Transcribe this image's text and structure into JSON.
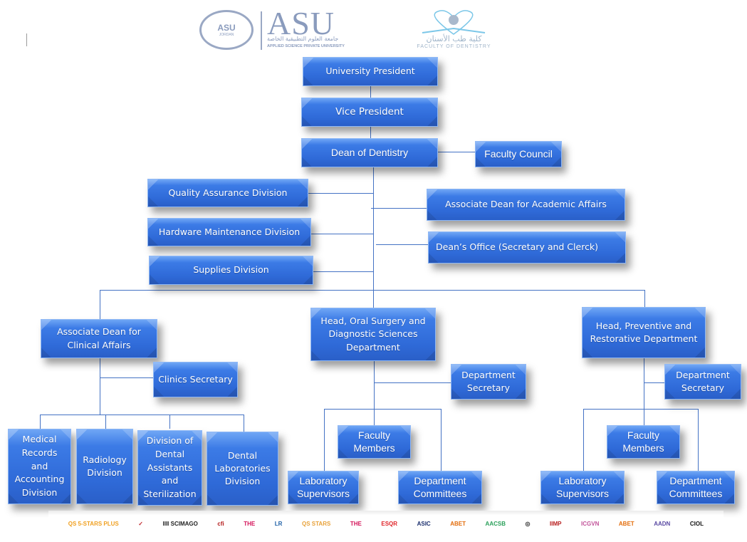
{
  "header": {
    "asu_seal_text": "ASU",
    "asu_seal_sub": "JORDAN",
    "asu_wordmark": "ASU",
    "asu_arabic": "جامعة العلوم التطبيقية الخاصة",
    "asu_english": "APPLIED SCIENCE PRIVATE UNIVERSITY",
    "faculty_arabic": "كلية طب الأسنان",
    "faculty_english": "FACULTY OF DENTISTRY"
  },
  "colors": {
    "box_fill": "#2f6ad8",
    "connector": "#4472c4",
    "logo_text": "#8a9bbd"
  },
  "chart": {
    "top": {
      "president": "University President",
      "vice_president": "Vice President",
      "dean": "Dean of Dentistry",
      "faculty_council": "Faculty Council"
    },
    "dean_units_left": [
      "Quality Assurance Division",
      "Hardware Maintenance Division",
      "Supplies Division"
    ],
    "dean_units_right": [
      "Associate Dean for Academic Affairs",
      "Dean’s Office (Secretary and Clerck)"
    ],
    "clinical": {
      "head": "Associate Dean for\nClinical Affairs",
      "secretary": "Clinics Secretary",
      "divisions": [
        "Medical\nRecords\nand\nAccounting\nDivision",
        "Radiology\nDivision",
        "Division of\nDental\nAssistants\nand\nSterilization",
        "Dental\nLaboratories\nDivision"
      ]
    },
    "oral_surgery": {
      "head": "Head, Oral Surgery and\nDiagnostic Sciences\nDepartment",
      "secretary": "Department\nSecretary",
      "faculty": "Faculty\nMembers",
      "lab": "Laboratory\nSupervisors",
      "committees": "Department\nCommittees"
    },
    "preventive": {
      "head": "Head, Preventive and\nRestorative Department",
      "secretary": "Department\nSecretary",
      "faculty": "Faculty\nMembers",
      "lab": "Laboratory\nSupervisors",
      "committees": "Department\nCommittees"
    }
  },
  "footer_logos": [
    {
      "name": "qs-5-stars-plus",
      "text": "QS 5-STARS PLUS",
      "color": "#f0a020"
    },
    {
      "name": "arab-ranking",
      "text": "✓",
      "color": "#c0262c"
    },
    {
      "name": "scimago",
      "text": "IIII SCIMAGO",
      "color": "#222222"
    },
    {
      "name": "cfi",
      "text": "cfi",
      "color": "#b31b1b"
    },
    {
      "name": "the-impact",
      "text": "THE",
      "color": "#d4145a"
    },
    {
      "name": "lr",
      "text": "LR",
      "color": "#1d5fa6"
    },
    {
      "name": "qs-stars",
      "text": "QS STARS",
      "color": "#e8a23a"
    },
    {
      "name": "the-arab",
      "text": "THE",
      "color": "#d4145a"
    },
    {
      "name": "esqr",
      "text": "ESQR",
      "color": "#e0262b"
    },
    {
      "name": "asic",
      "text": "ASIC",
      "color": "#1b2f6e"
    },
    {
      "name": "abet-eac",
      "text": "ABET",
      "color": "#e36c0a"
    },
    {
      "name": "aacsb",
      "text": "AACSB",
      "color": "#2aa05a"
    },
    {
      "name": "seal",
      "text": "◎",
      "color": "#333333"
    },
    {
      "name": "iimp",
      "text": "IIMP",
      "color": "#b71c1c"
    },
    {
      "name": "icgvn",
      "text": "ICGVN",
      "color": "#c2549a"
    },
    {
      "name": "abet-cac",
      "text": "ABET",
      "color": "#e36c0a"
    },
    {
      "name": "aadn",
      "text": "AADN",
      "color": "#5a4aa3"
    },
    {
      "name": "ciol",
      "text": "CIOL",
      "color": "#111111"
    }
  ]
}
